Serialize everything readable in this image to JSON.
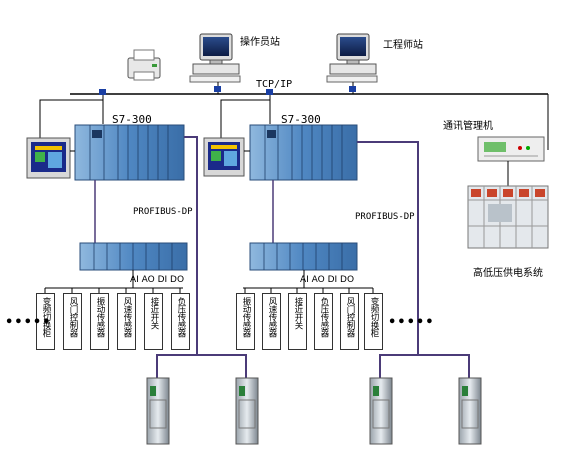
{
  "stations": {
    "operator": "操作员站",
    "engineer": "工程师站"
  },
  "network": {
    "tcpip": "TCP/IP"
  },
  "plc": {
    "left": "S7-300",
    "right": "S7-300"
  },
  "fieldbus": {
    "left": "PROFIBUS-DP",
    "right": "PROFIBUS-DP"
  },
  "io": {
    "left": "AI AO DI DO",
    "right": "AI AO DI DO"
  },
  "comm_manager": "通讯管理机",
  "power_system": "高低压供电系统",
  "sensors_left": [
    "变频切换柜",
    "风门控制器",
    "振动传感器",
    "风速传感器",
    "接近开关",
    "负压传感器"
  ],
  "sensors_right": [
    "振动传感器",
    "风速传感器",
    "接近开关",
    "负压传感器",
    "风门控制器",
    "变频切换柜"
  ],
  "ellipsis": "•••••",
  "colors": {
    "bus": "#000000",
    "fieldbus": "#4b3b78",
    "plc_blue": "#3f79b8"
  }
}
